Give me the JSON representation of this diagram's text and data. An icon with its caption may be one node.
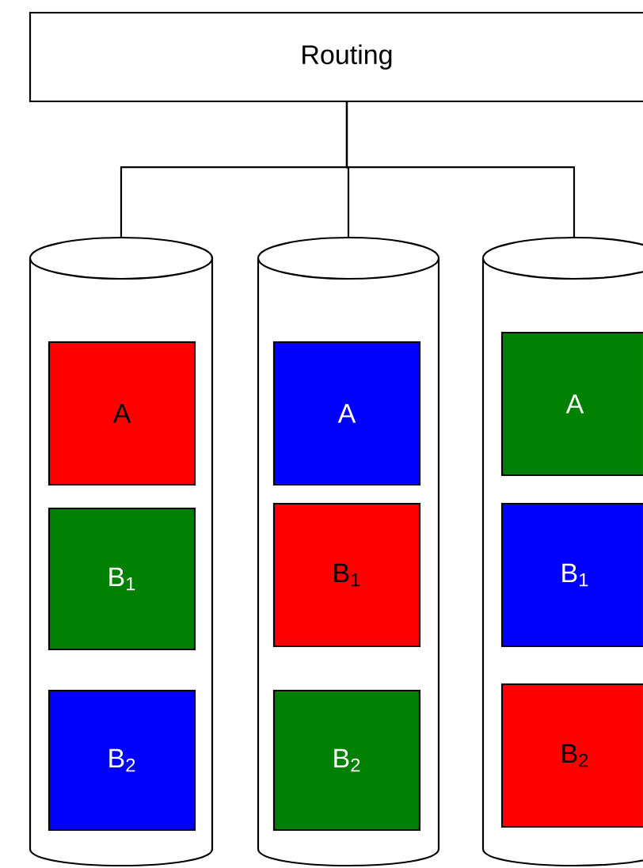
{
  "diagram": {
    "nodes": [
      {
        "text": [
          "Routing"
        ]
      },
      {
        "text": [],
        "shape": "cylinder"
      },
      {
        "text": [],
        "shape": "cylinder"
      },
      {
        "text": [],
        "shape": "cylinder"
      },
      {
        "text": [
          "A"
        ],
        "in": 1
      },
      {
        "text": [
          "B$_{1}$"
        ],
        "in": 1
      },
      {
        "text": [
          "B$_{2}$"
        ],
        "in": 1
      },
      {
        "text": [
          "A"
        ],
        "in": 2
      },
      {
        "text": [
          "B$_{1}$"
        ],
        "in": 2
      },
      {
        "text": [
          "B$_{2}$"
        ],
        "in": 2
      },
      {
        "text": [
          "A"
        ],
        "in": 3
      },
      {
        "text": [
          "B$_{1}$"
        ],
        "in": 3
      },
      {
        "text": [
          "B$_{2}$"
        ],
        "in": 3
      }
    ],
    "edges": [
      {
        "from": 0,
        "to": 1,
        "arrow": "none"
      },
      {
        "from": 0,
        "to": 2,
        "arrow": "none"
      },
      {
        "from": 0,
        "to": 3,
        "arrow": "none"
      }
    ]
  }
}
